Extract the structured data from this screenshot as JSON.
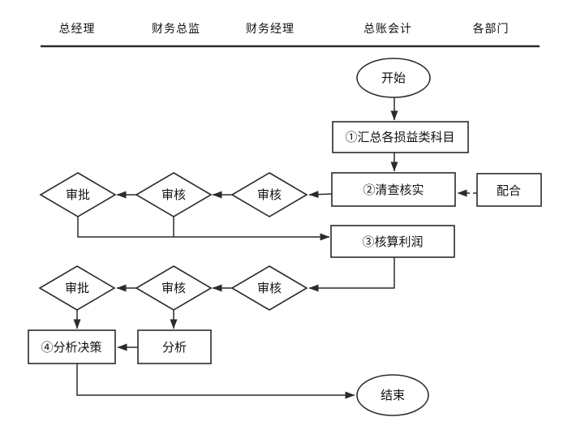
{
  "header": {
    "lanes": [
      "总经理",
      "财务总监",
      "财务经理",
      "总账会计",
      "各部门"
    ]
  },
  "nodes": {
    "start": "开始",
    "summarize": "①汇总各损益类科目",
    "verify": "②清查核实",
    "cooperate": "配合",
    "review": "审核",
    "approve": "审批",
    "profit": "③核算利润",
    "analyze": "分析",
    "decide": "④分析决策",
    "end": "结束"
  },
  "colors": {
    "line": "#2b2b2b",
    "text": "#111111",
    "bg": "#ffffff"
  }
}
